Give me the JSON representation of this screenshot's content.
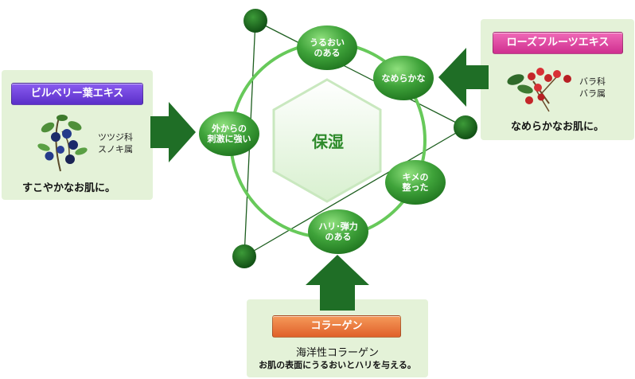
{
  "center": {
    "label": "保湿"
  },
  "nodes": {
    "top": "うるおい\nのある",
    "top_right": "なめらかな",
    "right": "キメの\n整った",
    "bottom": "ハリ･弾力\nのある",
    "left": "外からの\n刺激に強い"
  },
  "left_panel": {
    "tag": "ビルベリー葉エキス",
    "family": "ツツジ科",
    "genus": "スノキ属",
    "caption": "すこやかなお肌に。"
  },
  "right_panel": {
    "tag": "ローズフルーツエキス",
    "family": "バラ科",
    "genus": "バラ属",
    "caption": "なめらかなお肌に。"
  },
  "bottom_panel": {
    "tag": "コラーゲン",
    "title": "海洋性コラーゲン",
    "caption": "お肌の表面にうるおいとハリを与える。"
  },
  "colors": {
    "panel_bg": "#e4f2d8",
    "arrow": "#1f6e26",
    "ring": "#5cbf52",
    "bubble": "#3fa33a",
    "center_text": "#2d8a2a"
  },
  "icons": {
    "left_image": "bilberry-icon",
    "right_image": "rose-hip-icon"
  }
}
